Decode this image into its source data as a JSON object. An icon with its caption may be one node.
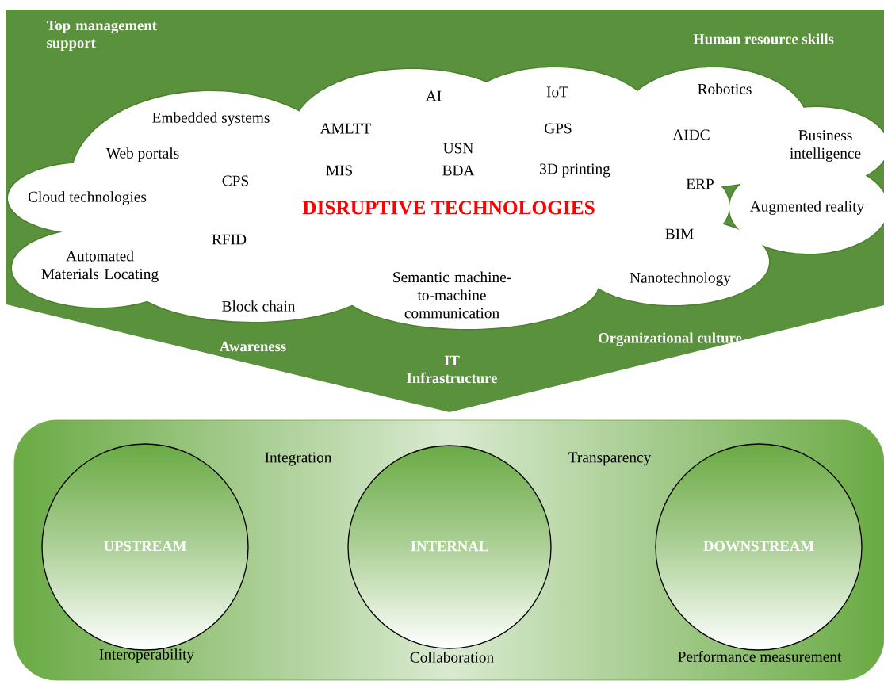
{
  "diagram": {
    "nodes": [
      {
        "text": [
          "Top management support",
          "Human resource skills",
          "Awareness",
          "IT Infrastructure",
          "Organizational culture"
        ]
      },
      {
        "text": [
          "DISRUPTIVE TECHNOLOGIES",
          "AI",
          "IoT",
          "Robotics",
          "Embedded systems",
          "AMLTT",
          "GPS",
          "AIDC",
          "Web portals",
          "USN",
          "Business intelligence",
          "CPS",
          "MIS",
          "BDA",
          "3D printing",
          "ERP",
          "Cloud technologies",
          "Augmented reality",
          "RFID",
          "BIM",
          "Automated Materials Locating",
          "Block chain",
          "Semantic machine-to-machine communication",
          "Nanotechnology"
        ],
        "in": 0
      },
      {
        "text": [
          "Integration",
          "Transparency",
          "Interoperability",
          "Collaboration",
          "Performance measurement"
        ]
      },
      {
        "text": [
          "UPSTREAM"
        ],
        "in": 2
      },
      {
        "text": [
          "INTERNAL"
        ],
        "in": 2
      },
      {
        "text": [
          "DOWNSTREAM"
        ],
        "in": 2
      }
    ]
  }
}
